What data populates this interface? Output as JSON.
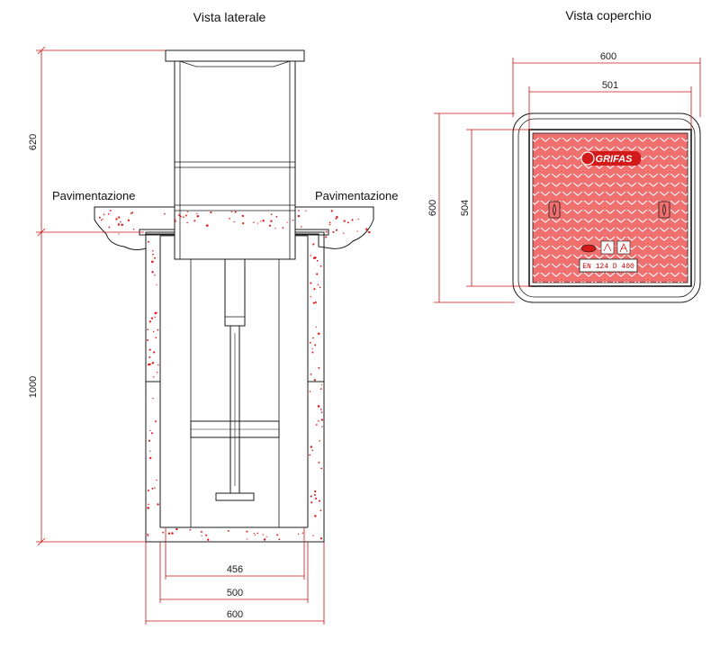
{
  "titles": {
    "side": "Vista laterale",
    "top": "Vista coperchio"
  },
  "labels": {
    "pav_left": "Pavimentazione",
    "pav_right": "Pavimentazione"
  },
  "dims": {
    "h_top": "620",
    "h_bottom": "1000",
    "w_456": "456",
    "w_500": "500",
    "w_600_bottom": "600",
    "w_600_top": "600",
    "w_501": "501",
    "h_600_cover": "600",
    "h_504_cover": "504"
  },
  "cover": {
    "brand": "GRIFAS",
    "standard": "EN 124 D 400"
  },
  "colors": {
    "line": "#1a1a1a",
    "dimension": "#cc1111",
    "speckle": "#e01818",
    "cover_fill": "#f07070"
  }
}
